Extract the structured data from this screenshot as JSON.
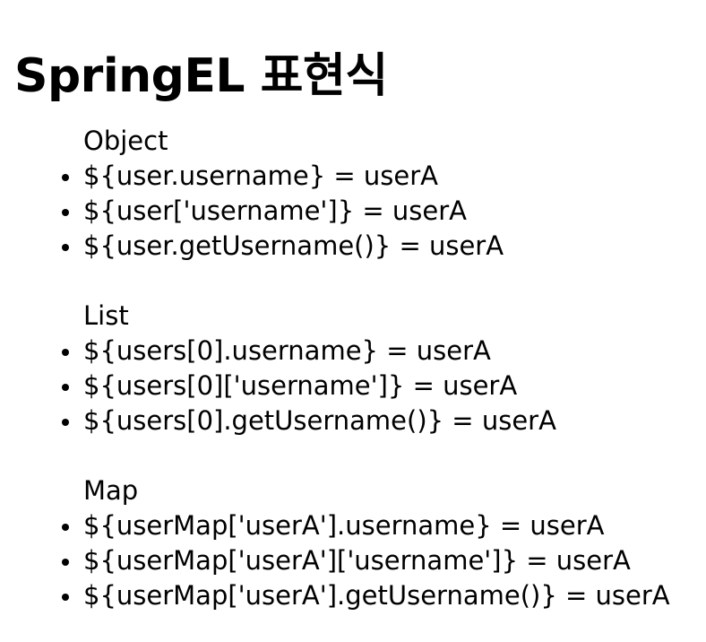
{
  "slide": {
    "title": "SpringEL 표현식",
    "background_color": "#ffffff",
    "text_color": "#000000",
    "bullet_glyph": "round-dot",
    "sections": [
      {
        "heading": "Object",
        "items": [
          "${user.username} = userA",
          "${user['username']} = userA",
          "${user.getUsername()} = userA"
        ]
      },
      {
        "heading": "List",
        "items": [
          "${users[0].username} = userA",
          "${users[0]['username']} = userA",
          "${users[0].getUsername()} = userA"
        ]
      },
      {
        "heading": "Map",
        "items": [
          "${userMap['userA'].username} = userA",
          "${userMap['userA']['username']} = userA",
          "${userMap['userA'].getUsername()} = userA"
        ]
      }
    ]
  }
}
